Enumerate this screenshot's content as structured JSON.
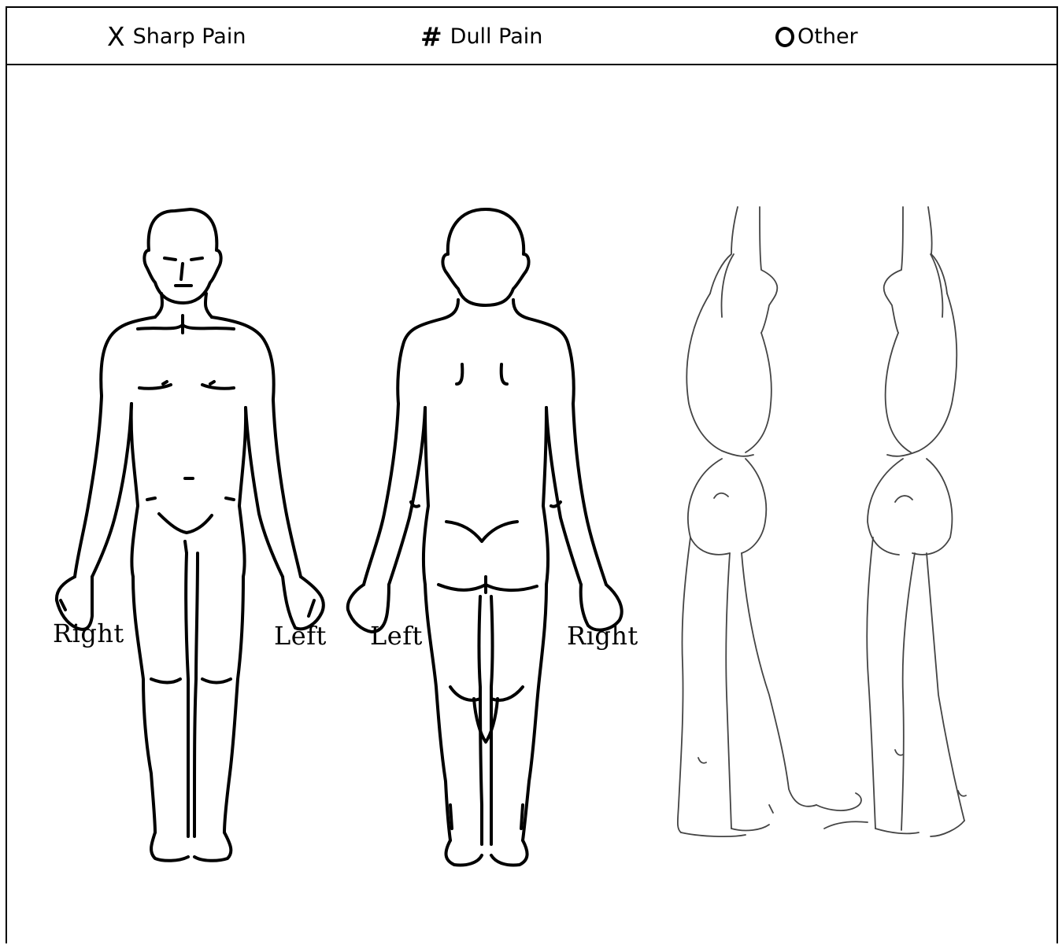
{
  "legend": [
    {
      "symbol": "X",
      "label": "Sharp Pain"
    },
    {
      "symbol": "#",
      "label": "Dull Pain"
    },
    {
      "symbol": "O",
      "label": "Other"
    }
  ],
  "front_view": {
    "left_side_label": "Right",
    "right_side_label": "Left"
  },
  "back_view": {
    "left_side_label": "Left",
    "right_side_label": "Right"
  },
  "colors": {
    "line": "#000000",
    "side_view_line": "#444444",
    "background": "#ffffff"
  }
}
